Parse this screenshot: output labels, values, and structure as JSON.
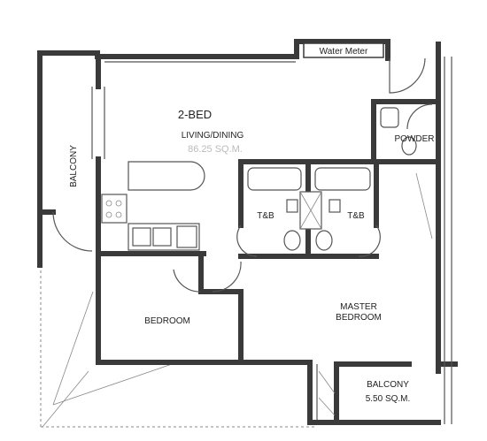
{
  "plan": {
    "unit_title": "2-BED",
    "rooms": {
      "living_dining": {
        "name": "LIVING/DINING",
        "area": "86.25 SQ.M."
      },
      "bedroom": {
        "name": "BEDROOM"
      },
      "master_bedroom": {
        "line1": "MASTER",
        "line2": "BEDROOM"
      },
      "balcony_left": {
        "name": "BALCONY"
      },
      "balcony_bottom": {
        "name": "BALCONY",
        "area": "5.50 SQ.M."
      },
      "tb_left": {
        "name": "T&B"
      },
      "tb_right": {
        "name": "T&B"
      },
      "powder": {
        "name": "POWDER"
      }
    },
    "water_meter": "Water Meter"
  }
}
